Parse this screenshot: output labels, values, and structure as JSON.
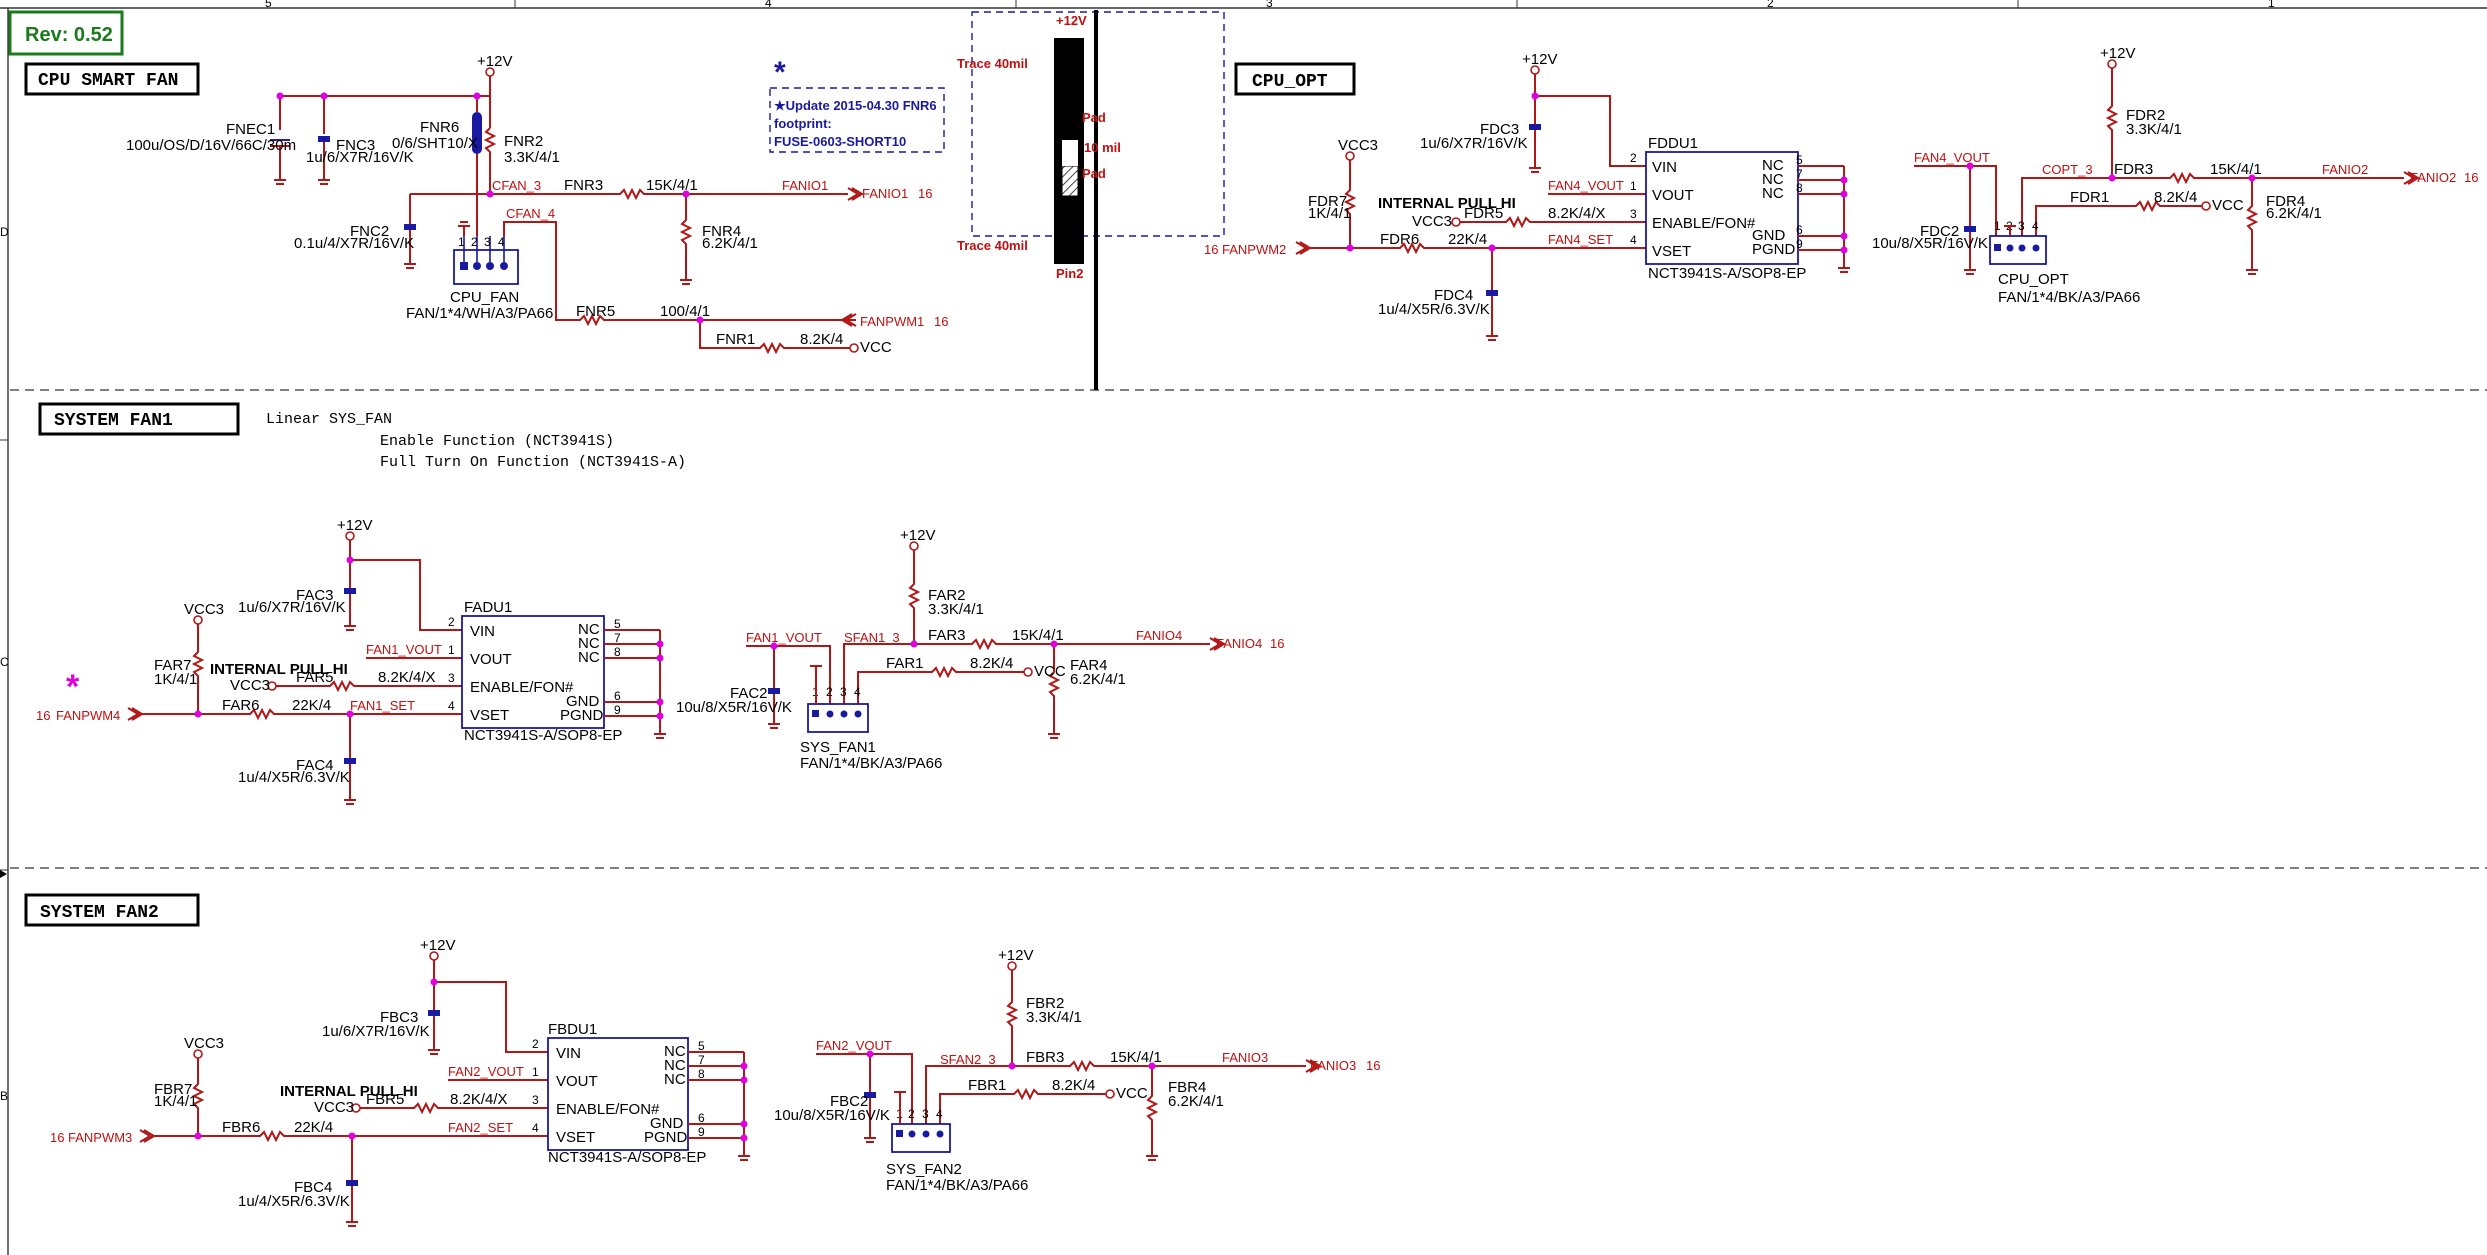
{
  "revision": "Rev: 0.52",
  "zone_numbers": [
    "5",
    "4",
    "3",
    "2",
    "1"
  ],
  "zone_letters": [
    "D",
    "C",
    "B"
  ],
  "colors": {
    "wire": "#b01818",
    "component": "#1a1aa0",
    "junction": "#e000e0",
    "note": "#1a1aa0",
    "trace": "#c01010",
    "border": "#1b7a1b"
  },
  "sections": {
    "cpu_smart_fan": "CPU SMART FAN",
    "cpu_opt": "CPU_OPT",
    "system_fan1": "SYSTEM FAN1",
    "system_fan2": "SYSTEM FAN2"
  },
  "linear": {
    "title": "Linear SYS_FAN",
    "line1": "Enable Function (NCT3941S)",
    "line2": "Full Turn On Function (NCT3941S-A)"
  },
  "note": {
    "star": "*",
    "line1": "★Update 2015-04.30 FNR6",
    "line2": "footprint:",
    "line3": "FUSE-0603-SHORT10"
  },
  "trace": {
    "p12v": "+12V",
    "top": "Trace 40mil",
    "bottom": "Trace 40mil",
    "pad1": "Pad",
    "pad2": "Pad",
    "gap": "10 mil",
    "pin2": "Pin2"
  },
  "cpu_fan": {
    "v12": "+12V",
    "fnec1_ref": "FNEC1",
    "fnec1_val": "100u/OS/D/16V/66C/30m",
    "fnc3_ref": "FNC3",
    "fnc3_val": "1u/6/X7R/16V/K",
    "fnr6_ref": "FNR6",
    "fnr6_val": "0/6/SHT10/X",
    "fnr2_ref": "FNR2",
    "fnr2_val": "3.3K/4/1",
    "fnc2_ref": "FNC2",
    "fnc2_val": "0.1u/4/X7R/16V/K",
    "net_cfan3": "CFAN_3",
    "net_cfan4": "CFAN_4",
    "fnr3_ref": "FNR3",
    "fnr3_val": "15K/4/1",
    "fanio1": "FANIO1",
    "fanio1_out": "FANIO1",
    "fanio1_page": "16",
    "fnr4_ref": "FNR4",
    "fnr4_val": "6.2K/4/1",
    "fnr5_ref": "FNR5",
    "fnr5_val": "100/4/1",
    "fanpwm1": "FANPWM1",
    "fanpwm1_page": "16",
    "fnr1_ref": "FNR1",
    "fnr1_val": "8.2K/4",
    "vcc": "VCC",
    "conn_ref": "CPU_FAN",
    "conn_val": "FAN/1*4/WH/A3/PA66",
    "pins": [
      "1",
      "2",
      "3",
      "4"
    ]
  },
  "cpu_opt": {
    "v12": "+12V",
    "vcc3": "VCC3",
    "fdc3_ref": "FDC3",
    "fdc3_val": "1u/6/X7R/16V/K",
    "fdr7_ref": "FDR7",
    "fdr7_val": "1K/4/1",
    "pull": "INTERNAL PULL HI",
    "vcc3b": "VCC3",
    "fdr5_ref": "FDR5",
    "fdr5_val": "8.2K/4/X",
    "fdr6_ref": "FDR6",
    "fdr6_val": "22K/4",
    "pwm_page": "16",
    "pwm": "FANPWM2",
    "fdc4_ref": "FDC4",
    "fdc4_val": "1u/4/X5R/6.3V/K",
    "net_vout": "FAN4_VOUT",
    "net_set": "FAN4_SET",
    "ic_ref": "FDDU1",
    "ic_part": "NCT3941S-A/SOP8-EP",
    "ic_left": [
      "VIN",
      "VOUT",
      "ENABLE/FON#",
      "VSET"
    ],
    "ic_left_pins": [
      "2",
      "1",
      "3",
      "4"
    ],
    "ic_right": [
      "NC",
      "NC",
      "NC",
      "GND",
      "PGND"
    ],
    "ic_right_pins": [
      "5",
      "7",
      "8",
      "6",
      "9"
    ],
    "net_vout2": "FAN4_VOUT",
    "net_copt3": "COPT_3",
    "fdr2_ref": "FDR2",
    "fdr2_val": "3.3K/4/1",
    "v12b": "+12V",
    "fdr3_ref": "FDR3",
    "fdr3_val": "15K/4/1",
    "fanio2": "FANIO2",
    "fanio2_out": "FANIO2",
    "fanio2_page": "16",
    "fdr1_ref": "FDR1",
    "fdr1_val": "8.2K/4",
    "vcc": "VCC",
    "fdr4_ref": "FDR4",
    "fdr4_val": "6.2K/4/1",
    "fdc2_ref": "FDC2",
    "fdc2_val": "10u/8/X5R/16V/K",
    "conn_ref": "CPU_OPT",
    "conn_val": "FAN/1*4/BK/A3/PA66",
    "pins": [
      "1",
      "2",
      "3",
      "4"
    ]
  },
  "sys_fan1": {
    "v12": "+12V",
    "vcc3": "VCC3",
    "fac3_ref": "FAC3",
    "fac3_val": "1u/6/X7R/16V/K",
    "far7_ref": "FAR7",
    "far7_val": "1K/4/1",
    "pull": "INTERNAL PULL HI",
    "vcc3b": "VCC3",
    "far5_ref": "FAR5",
    "far5_val": "8.2K/4/X",
    "far6_ref": "FAR6",
    "far6_val": "22K/4",
    "pwm_page": "16",
    "pwm": "FANPWM4",
    "star": "*",
    "fac4_ref": "FAC4",
    "fac4_val": "1u/4/X5R/6.3V/K",
    "net_vout": "FAN1_VOUT",
    "net_set": "FAN1_SET",
    "ic_ref": "FADU1",
    "ic_part": "NCT3941S-A/SOP8-EP",
    "ic_left": [
      "VIN",
      "VOUT",
      "ENABLE/FON#",
      "VSET"
    ],
    "ic_left_pins": [
      "2",
      "1",
      "3",
      "4"
    ],
    "ic_right": [
      "NC",
      "NC",
      "NC",
      "GND",
      "PGND"
    ],
    "ic_right_pins": [
      "5",
      "7",
      "8",
      "6",
      "9"
    ],
    "net_vout2": "FAN1_VOUT",
    "net_sfan": "SFAN1_3",
    "far2_ref": "FAR2",
    "far2_val": "3.3K/4/1",
    "v12b": "+12V",
    "far3_ref": "FAR3",
    "far3_val": "15K/4/1",
    "fanio": "FANIO4",
    "fanio_out": "FANIO4",
    "fanio_page": "16",
    "far1_ref": "FAR1",
    "far1_val": "8.2K/4",
    "vcc": "VCC",
    "far4_ref": "FAR4",
    "far4_val": "6.2K/4/1",
    "fac2_ref": "FAC2",
    "fac2_val": "10u/8/X5R/16V/K",
    "conn_ref": "SYS_FAN1",
    "conn_val": "FAN/1*4/BK/A3/PA66",
    "pins": [
      "1",
      "2",
      "3",
      "4"
    ]
  },
  "sys_fan2": {
    "v12": "+12V",
    "vcc3": "VCC3",
    "fbc3_ref": "FBC3",
    "fbc3_val": "1u/6/X7R/16V/K",
    "fbr7_ref": "FBR7",
    "fbr7_val": "1K/4/1",
    "pull": "INTERNAL PULL HI",
    "vcc3b": "VCC3",
    "fbr5_ref": "FBR5",
    "fbr5_val": "8.2K/4/X",
    "fbr6_ref": "FBR6",
    "fbr6_val": "22K/4",
    "pwm_page": "16",
    "pwm": "FANPWM3",
    "fbc4_ref": "FBC4",
    "fbc4_val": "1u/4/X5R/6.3V/K",
    "net_vout": "FAN2_VOUT",
    "net_set": "FAN2_SET",
    "ic_ref": "FBDU1",
    "ic_part": "NCT3941S-A/SOP8-EP",
    "ic_left": [
      "VIN",
      "VOUT",
      "ENABLE/FON#",
      "VSET"
    ],
    "ic_left_pins": [
      "2",
      "1",
      "3",
      "4"
    ],
    "ic_right": [
      "NC",
      "NC",
      "NC",
      "GND",
      "PGND"
    ],
    "ic_right_pins": [
      "5",
      "7",
      "8",
      "6",
      "9"
    ],
    "net_vout2": "FAN2_VOUT",
    "net_sfan": "SFAN2_3",
    "fbr2_ref": "FBR2",
    "fbr2_val": "3.3K/4/1",
    "v12b": "+12V",
    "fbr3_ref": "FBR3",
    "fbr3_val": "15K/4/1",
    "fanio": "FANIO3",
    "fanio_out": "FANIO3",
    "fanio_page": "16",
    "fbr1_ref": "FBR1",
    "fbr1_val": "8.2K/4",
    "vcc": "VCC",
    "fbr4_ref": "FBR4",
    "fbr4_val": "6.2K/4/1",
    "fbc2_ref": "FBC2",
    "fbc2_val": "10u/8/X5R/16V/K",
    "conn_ref": "SYS_FAN2",
    "conn_val": "FAN/1*4/BK/A3/PA66",
    "pins": [
      "1",
      "2",
      "3",
      "4"
    ]
  }
}
